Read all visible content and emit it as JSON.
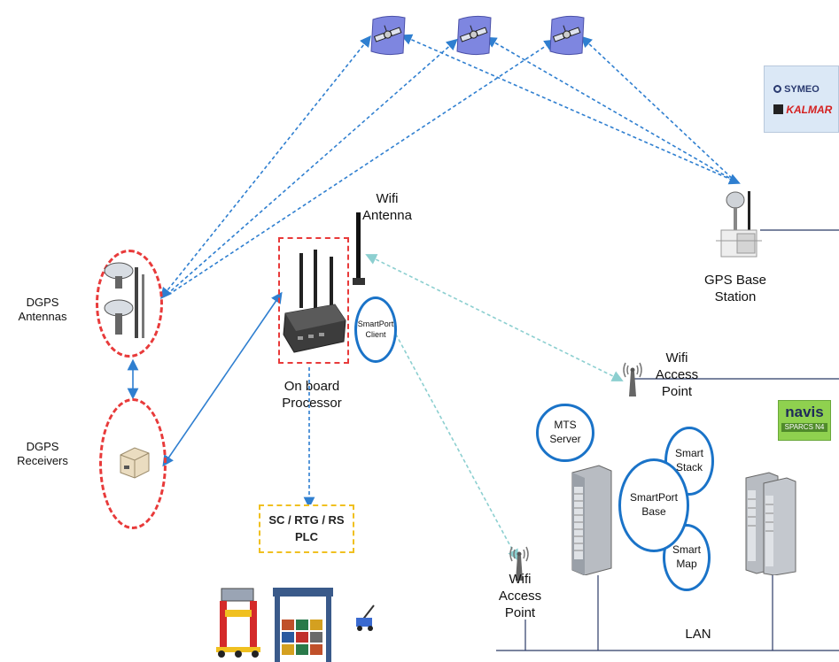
{
  "labels": {
    "dgps_antennas": [
      "DGPS",
      "Antennas"
    ],
    "dgps_receivers": [
      "DGPS",
      "Receivers"
    ],
    "wifi_antenna": [
      "Wifi",
      "Antenna"
    ],
    "onboard_processor": [
      "On board",
      "Processor"
    ],
    "smartport_client": [
      "SmartPort",
      "Client"
    ],
    "plc": [
      "SC / RTG / RS",
      "PLC"
    ],
    "gps_base_station": [
      "GPS Base",
      "Station"
    ],
    "wifi_ap_right": [
      "Wifi",
      "Access",
      "Point"
    ],
    "wifi_ap_bottom": [
      "Wifi",
      "Access",
      "Point"
    ],
    "mts_server": [
      "MTS",
      "Server"
    ],
    "smartport_base": [
      "SmartPort",
      "Base"
    ],
    "smart_stack": [
      "Smart",
      "Stack"
    ],
    "smart_map": [
      "Smart",
      "Map"
    ],
    "lan": "LAN"
  },
  "logos": {
    "symeo": "SYMEO",
    "kalmar": "KALMAR",
    "navis": "navis",
    "sparcs": "SPARCS N4"
  },
  "colors": {
    "satellite_link": "#2f7fd0",
    "wifi_link": "#8ccfd0",
    "server_circle": "#1a73c8",
    "highlight_red": "#e83a3a",
    "plc_box": "#f0c020",
    "navis_bg": "#8fd14f"
  }
}
